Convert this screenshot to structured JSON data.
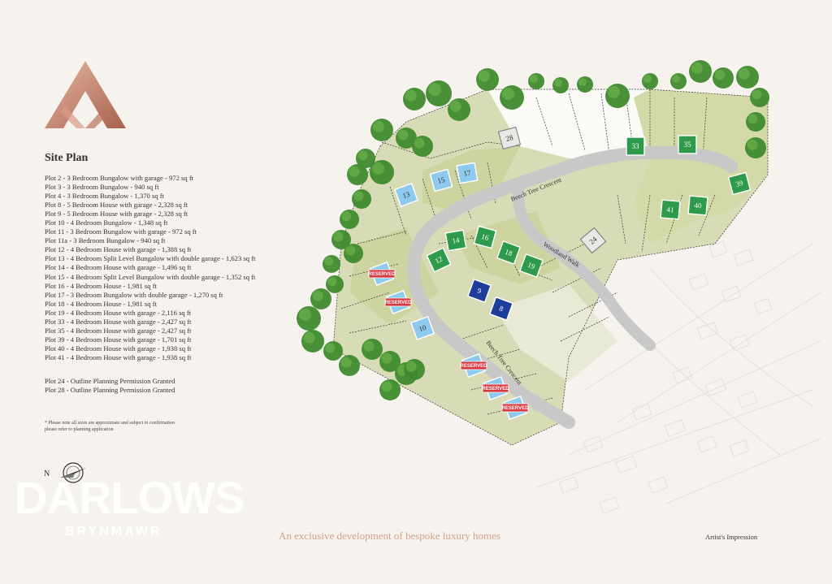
{
  "sidebar": {
    "title": "Site Plan",
    "plots": [
      "Plot 2 - 3 Bedroom Bungalow with garage - 972 sq ft",
      "Plot 3 - 3 Bedroom Bungalow - 940 sq ft",
      "Plot 4 - 3 Bedroom Bungalow - 1,370 sq ft",
      "Plot 8 - 5 Bedroom House with garage - 2,328 sq ft",
      "Plot 9 - 5 Bedroom House with garage - 2,328 sq ft",
      "Plot 10 - 4 Bedroom Bungalow - 1,348 sq ft",
      "Plot 11 - 3 Bedroom Bungalow with garage - 972 sq ft",
      "Plot 11a - 3 Bedroom Bungalow - 940 sq ft",
      "Plot 12 - 4 Bedroom House with garage - 1,388 sq ft",
      "Plot 13 - 4 Bedroom Split Level Bungalow with double garage - 1,623 sq ft",
      "Plot 14 - 4 Bedroom House with garage - 1,496 sq ft",
      "Plot 15 - 4 Bedroom Split Level Bungalow with double garage - 1,352 sq ft",
      "Plot 16 - 4 Bedroom House - 1,981 sq ft",
      "Plot 17 - 3 Bedroom Bungalow with double garage - 1,270 sq ft",
      "Plot 18 - 4 Bedroom House - 1,981 sq ft",
      "Plot 19 - 4 Bedroom House with garage - 2,116 sq ft",
      "Plot 33 - 4 Bedroom House with garage - 2,427 sq ft",
      "Plot 35 - 4 Bedroom House with garage - 2,427 sq ft",
      "Plot 39 - 4 Bedroom House with garage - 1,701 sq ft",
      "Plot 40 - 4 Bedroom House with garage - 1,938 sq ft",
      "Plot 41 - 4 Bedroom House with garage - 1,938 sq ft"
    ],
    "outline": [
      "Plot 24 - Outline Planning Permission Granted",
      "Plot 28 - Outline Planning Permission Granted"
    ],
    "note_line1": "*    Please note all sizes are approximate and subject to confirmation",
    "note_line2": "please refer to planning application",
    "compass_label": "N"
  },
  "branding": {
    "watermark": "DARLOWS",
    "watermark_sub": "BRYNMAWR",
    "tagline": "An exclusive development of bespoke luxury homes",
    "impression": "Artist's Impression"
  },
  "map": {
    "road_labels": [
      "Beech Tree Crescent",
      "Woodland Walk",
      "Beech Tree Crescent"
    ],
    "reserved_label": "RESERVED",
    "plot_numbers": {
      "blue": [
        "13",
        "15",
        "17",
        "10"
      ],
      "green": [
        "33",
        "35",
        "39",
        "41",
        "40",
        "14",
        "16",
        "18",
        "19",
        "12"
      ],
      "navy": [
        "9",
        "8"
      ],
      "outline": [
        "28",
        "24"
      ]
    }
  },
  "colors": {
    "accent": "#d1a28a",
    "logo": "#c98a76",
    "plot_blue": "#8ec9ee",
    "plot_green": "#2e9a4c",
    "plot_navy": "#1e3d99",
    "reserved_red": "#d9383e",
    "land": "#d8dcb6",
    "road": "#c8c8c8",
    "trees": "#3f8a2e"
  }
}
